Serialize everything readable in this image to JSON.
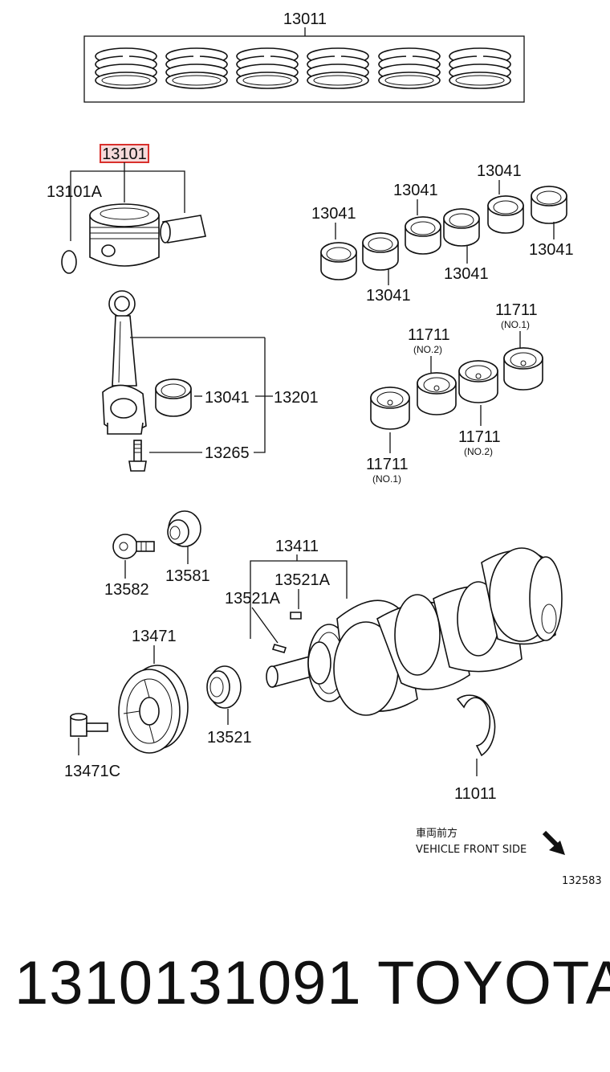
{
  "labels": {
    "l13011": "13011",
    "l13101": "13101",
    "l13101A": "13101A",
    "l13041a": "13041",
    "l13041b": "13041",
    "l13041c": "13041",
    "l13041d": "13041",
    "l13041e": "13041",
    "l13041f": "13041",
    "l13041rod": "13041",
    "l13201": "13201",
    "l13265": "13265",
    "l11711a": "11711",
    "l11711a_sub": "(NO.1)",
    "l11711b": "11711",
    "l11711b_sub": "(NO.2)",
    "l11711c": "11711",
    "l11711c_sub": "(NO.2)",
    "l11711d": "11711",
    "l11711d_sub": "(NO.1)",
    "l13582": "13582",
    "l13581": "13581",
    "l13411": "13411",
    "l13521A_a": "13521A",
    "l13521A_b": "13521A",
    "l13471": "13471",
    "l13471C": "13471C",
    "l13521": "13521",
    "l11011": "11011",
    "front_jp": "車両前方",
    "front_en": "VEHICLE FRONT SIDE",
    "diagram_no": "132583"
  },
  "highlight_color": "#d9302c",
  "footer": {
    "part_number": "1310131091",
    "brand": "TOYOTA"
  }
}
